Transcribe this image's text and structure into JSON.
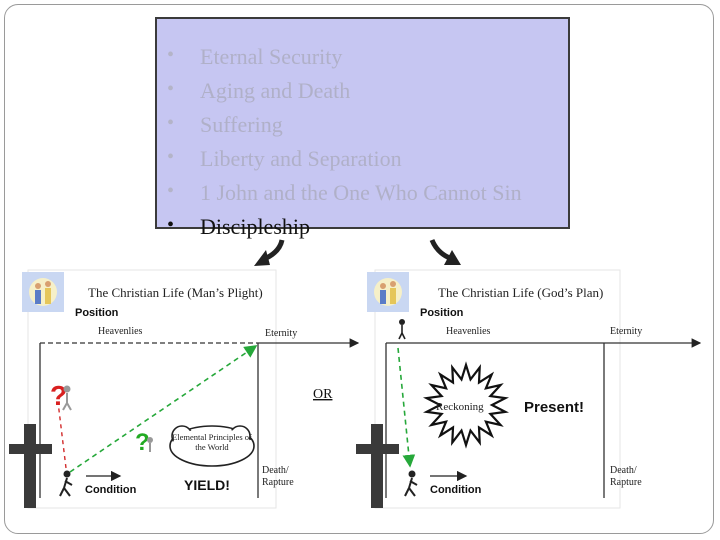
{
  "topics": [
    {
      "bullet": "•",
      "label": "Eternal Security",
      "active": false
    },
    {
      "bullet": "•",
      "label": "Aging and Death",
      "active": false
    },
    {
      "bullet": "•",
      "label": "Suffering",
      "active": false
    },
    {
      "bullet": "•",
      "label": "Liberty and Separation",
      "active": false
    },
    {
      "bullet": "•",
      "label": "1 John and the One Who Cannot Sin",
      "active": false
    },
    {
      "bullet": "•",
      "label": "Discipleship",
      "active": true
    }
  ],
  "left_diagram": {
    "title": "The Christian Life (Man’s Plight)",
    "position_label": "Position",
    "heavenlies_label": "Heavenlies",
    "eternity_label": "Eternity",
    "condition_label": "Condition",
    "death_rapture_label": "Death/ Rapture",
    "elemental_label": "Elemental Principles of the World",
    "yield_label": "YIELD!",
    "question_mark": "?"
  },
  "or_label": "OR",
  "right_diagram": {
    "title": "The Christian Life (God’s Plan)",
    "position_label": "Position",
    "heavenlies_label": "Heavenlies",
    "eternity_label": "Eternity",
    "condition_label": "Condition",
    "death_rapture_label": "Death/ Rapture",
    "reckoning_label": "Reckoning",
    "present_label": "Present!"
  },
  "colors": {
    "topics_bg": "#c6c6f2",
    "dashed_red": "#d22a2a",
    "dashed_green": "#26a83a",
    "question_red": "#d92020",
    "question_green": "#22aa22",
    "cross": "#3a3a3a"
  },
  "icons": [
    "arrow-down-left-icon",
    "arrow-down-right-icon",
    "throne-image-icon",
    "cross-icon",
    "stick-figure-icon",
    "starburst-icon",
    "cloud-icon"
  ]
}
